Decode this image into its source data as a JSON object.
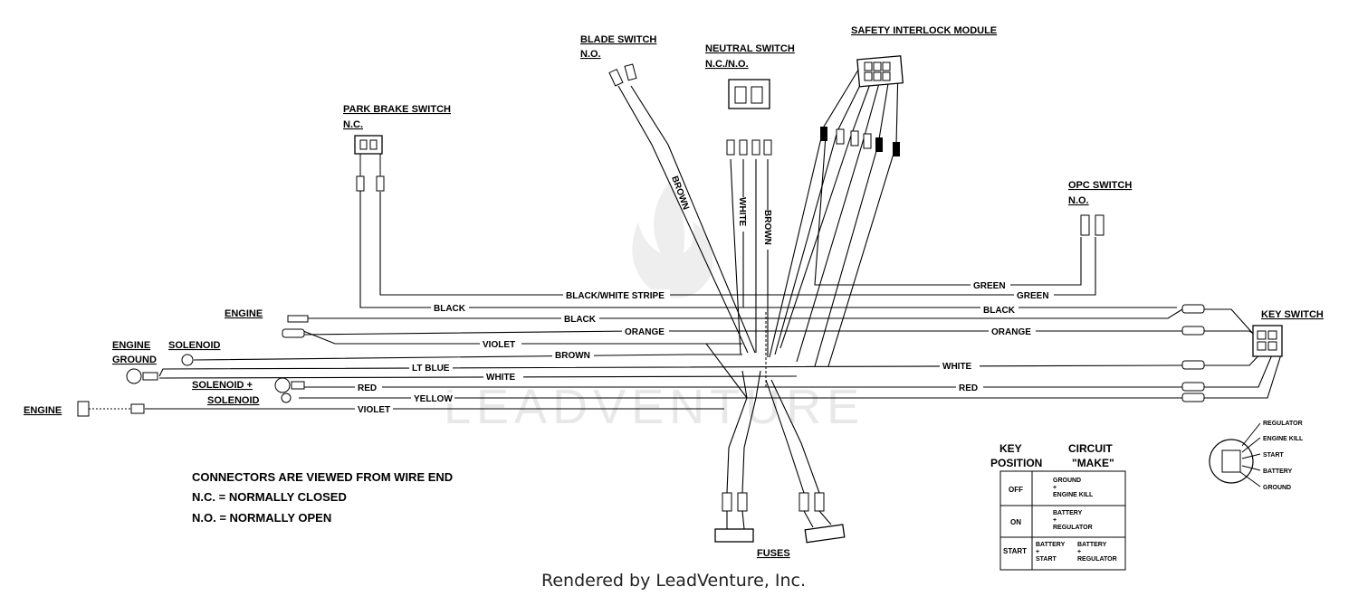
{
  "components": {
    "blade_switch": {
      "title": "BLADE SWITCH",
      "sub": "N.O."
    },
    "neutral_switch": {
      "title": "NEUTRAL SWITCH",
      "sub": "N.C./N.O."
    },
    "safety_module": {
      "title": "SAFETY INTERLOCK MODULE"
    },
    "park_brake": {
      "title": "PARK BRAKE SWITCH",
      "sub": "N.C."
    },
    "opc_switch": {
      "title": "OPC SWITCH",
      "sub": "N.O."
    },
    "key_switch": {
      "title": "KEY SWITCH"
    },
    "engine_top": {
      "title": "ENGINE"
    },
    "engine_ground": {
      "title": "ENGINE",
      "sub": "GROUND"
    },
    "solenoid": {
      "title": "SOLENOID"
    },
    "solenoid_plus": {
      "title": "SOLENOID +",
      "sub": "SOLENOID"
    },
    "engine_left": {
      "title": "ENGINE"
    },
    "fuses": {
      "title": "FUSES"
    }
  },
  "wire_labels": {
    "brown_vertical": "BROWN",
    "white_vertical": "WHITE",
    "brown_vertical2": "BROWN",
    "green1": "GREEN",
    "green2": "GREEN",
    "black_white_stripe": "BLACK/WHITE STRIPE",
    "black1": "BLACK",
    "black2": "BLACK",
    "black3": "BLACK",
    "orange1": "ORANGE",
    "orange2": "ORANGE",
    "violet1": "VIOLET",
    "brown_h": "BROWN",
    "lt_blue": "LT BLUE",
    "white1": "WHITE",
    "white2": "WHITE",
    "red1": "RED",
    "red2": "RED",
    "yellow": "YELLOW",
    "violet2": "VIOLET"
  },
  "notes": [
    "CONNECTORS ARE VIEWED FROM WIRE END",
    "N.C. =  NORMALLY CLOSED",
    "N.O. = NORMALLY OPEN"
  ],
  "key_table": {
    "header_left": [
      "KEY",
      "POSITION"
    ],
    "header_right": [
      "CIRCUIT",
      "\"MAKE\""
    ],
    "rows": [
      {
        "position": "OFF",
        "circuit": [
          "GROUND",
          "+",
          "ENGINE KILL"
        ]
      },
      {
        "position": "ON",
        "circuit": [
          "BATTERY",
          "+",
          "REGULATOR"
        ]
      },
      {
        "position": "START",
        "circuit_a": [
          "BATTERY",
          "+",
          "START"
        ],
        "circuit_b": [
          "BATTERY",
          "+",
          "REGULATOR"
        ]
      }
    ]
  },
  "key_switch_terminals": [
    "REGULATOR",
    "ENGINE KILL",
    "START",
    "BATTERY",
    "GROUND"
  ],
  "watermark": "LEADVENTURE",
  "footer": "Rendered by LeadVenture, Inc."
}
